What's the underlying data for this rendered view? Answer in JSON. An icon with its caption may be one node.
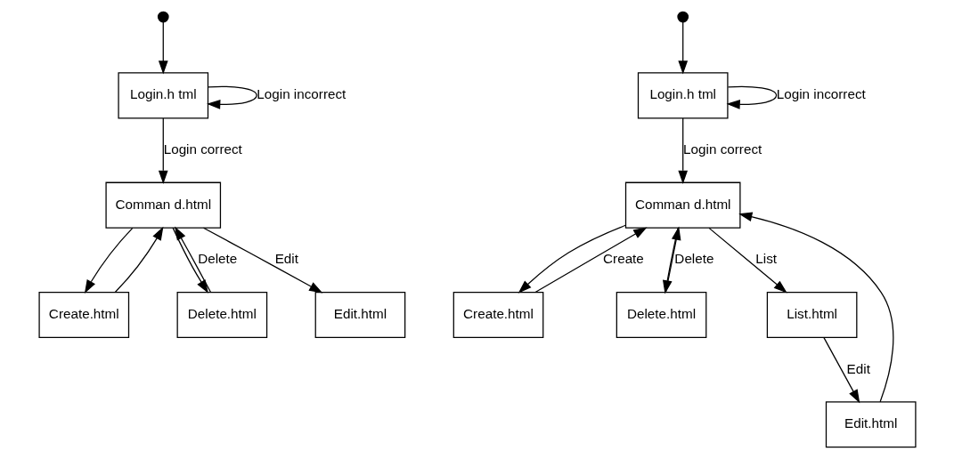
{
  "diagram": {
    "nodes": [
      {
        "text": [],
        "shape": "circle"
      },
      {
        "text": [
          "Login.h tml"
        ]
      },
      {
        "text": [
          "Comman d.html"
        ]
      },
      {
        "text": [
          "Create.html"
        ]
      },
      {
        "text": [
          "Delete.html"
        ]
      },
      {
        "text": [
          "Edit.html"
        ]
      },
      {
        "text": [],
        "shape": "circle"
      },
      {
        "text": [
          "Login.h tml"
        ]
      },
      {
        "text": [
          "Comman d.html"
        ]
      },
      {
        "text": [
          "Create.html"
        ]
      },
      {
        "text": [
          "Delete.html"
        ]
      },
      {
        "text": [
          "List.html"
        ]
      },
      {
        "text": [
          "Edit.html"
        ]
      }
    ],
    "edges": [
      {
        "from": 0,
        "to": 1,
        "arrow": "to"
      },
      {
        "from": 1,
        "to": 1,
        "arrow": "to",
        "label": "Login incorrect"
      },
      {
        "from": 1,
        "to": 2,
        "arrow": "to",
        "label": "Login correct"
      },
      {
        "from": 3,
        "to": 2,
        "arrow": "to"
      },
      {
        "from": 2,
        "to": 3,
        "arrow": "to"
      },
      {
        "from": 2,
        "to": 4,
        "arrow": "to"
      },
      {
        "from": 4,
        "to": 2,
        "arrow": "to",
        "label": "Delete"
      },
      {
        "from": 2,
        "to": 5,
        "arrow": "to",
        "label": "Edit"
      },
      {
        "from": 6,
        "to": 7,
        "arrow": "to"
      },
      {
        "from": 7,
        "to": 7,
        "arrow": "to",
        "label": "Login incorrect"
      },
      {
        "from": 7,
        "to": 8,
        "arrow": "to",
        "label": "Login correct"
      },
      {
        "from": 9,
        "to": 8,
        "arrow": "to",
        "label": "Create"
      },
      {
        "from": 8,
        "to": 9,
        "arrow": "to"
      },
      {
        "from": 8,
        "to": 10,
        "arrow": "to"
      },
      {
        "from": 10,
        "to": 8,
        "arrow": "to",
        "label": "Delete"
      },
      {
        "from": 8,
        "to": 11,
        "arrow": "to",
        "label": "List"
      },
      {
        "from": 11,
        "to": 12,
        "arrow": "to",
        "label": "Edit"
      },
      {
        "from": 12,
        "to": 8,
        "arrow": "to"
      }
    ]
  }
}
